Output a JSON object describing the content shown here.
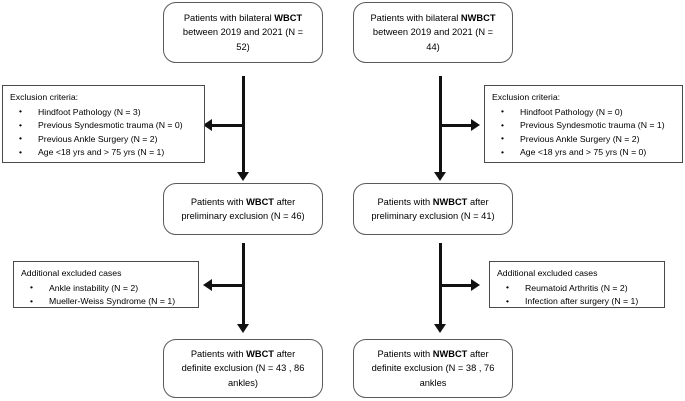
{
  "diagram": {
    "type": "patient-selection-flowchart",
    "columns": [
      {
        "key": "wbct",
        "modality": "WBCT"
      },
      {
        "key": "nwbct",
        "modality": "NWBCT"
      }
    ],
    "nodes": {
      "wbct_initial": {
        "line1_pre": "Patients with bilateral ",
        "line1_bold": "WBCT",
        "line2": "between 2019 and 2021 (N  =",
        "line3": "52)"
      },
      "nwbct_initial": {
        "line1_pre": "Patients with bilateral ",
        "line1_bold": "NWBCT",
        "line2": "between 2019 and 2021 (N  =",
        "line3": "44)"
      },
      "wbct_preliminary": {
        "line1_pre": "Patients with ",
        "line1_bold": "WBCT",
        "line1_post": " after",
        "line2": "preliminary exclusion (N = 46)"
      },
      "nwbct_preliminary": {
        "line1_pre": "Patients with ",
        "line1_bold": "NWBCT",
        "line1_post": " after",
        "line2": "preliminary exclusion (N = 41)"
      },
      "wbct_definite": {
        "line1_pre": "Patients with ",
        "line1_bold": "WBCT",
        "line1_post": " after",
        "line2": "definite exclusion (N = 43 , 86",
        "line3": "ankles)"
      },
      "nwbct_definite": {
        "line1_pre": "Patients with ",
        "line1_bold": "NWBCT",
        "line1_post": " after",
        "line2": "definite exclusion (N = 38 , 76",
        "line3": "ankles"
      }
    },
    "exclusions": {
      "wbct_primary": {
        "title": "Exclusion criteria:",
        "items": [
          "Hindfoot Pathology (N = 3)",
          "Previous Syndesmotic trauma (N = 0)",
          "Previous Ankle Surgery (N = 2)",
          "Age <18 yrs and > 75 yrs (N = 1)"
        ]
      },
      "nwbct_primary": {
        "title": "Exclusion criteria:",
        "items": [
          "Hindfoot Pathology (N = 0)",
          "Previous Syndesmotic trauma (N = 1)",
          "Previous Ankle Surgery (N = 2)",
          "Age <18 yrs and > 75 yrs (N = 0)"
        ]
      },
      "wbct_additional": {
        "title": "Additional excluded cases",
        "items": [
          "Ankle instability (N = 2)",
          "Mueller-Weiss Syndrome (N = 1)"
        ]
      },
      "nwbct_additional": {
        "title": "Additional excluded cases",
        "items": [
          "Reumatoid Arthritis (N = 2)",
          "Infection after surgery (N = 1)"
        ]
      }
    },
    "colors": {
      "box_border": "#5a5a5a",
      "exclusion_border": "#4a4a4a",
      "arrow": "#111111",
      "background": "#ffffff",
      "text": "#000000"
    }
  }
}
